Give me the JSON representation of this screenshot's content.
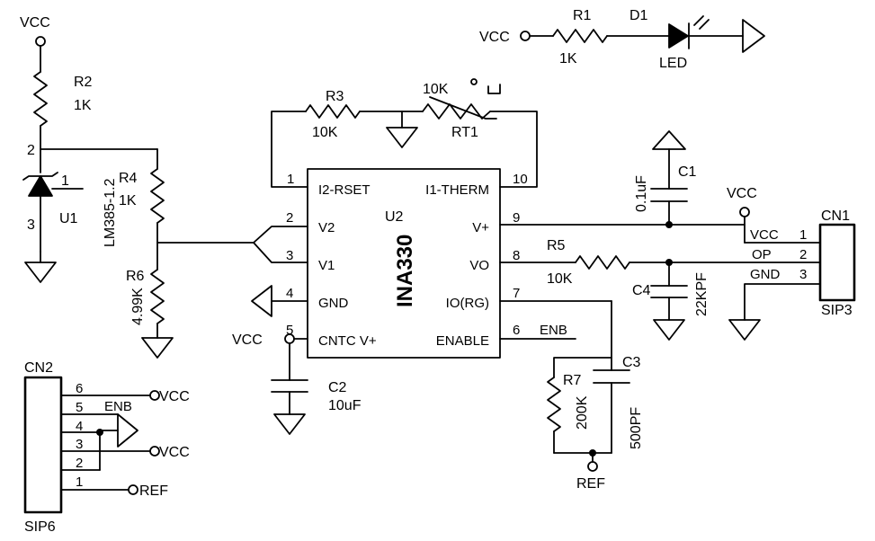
{
  "power": {
    "vcc": "VCC",
    "ref": "REF"
  },
  "u1": {
    "ref": "U1",
    "part": "LM385-1.2",
    "pin1": "1",
    "pin2": "2",
    "pin3": "3"
  },
  "r1": {
    "ref": "R1",
    "value": "1K"
  },
  "r2": {
    "ref": "R2",
    "value": "1K"
  },
  "r3": {
    "ref": "R3",
    "value": "10K"
  },
  "r4": {
    "ref": "R4",
    "value": "1K"
  },
  "r5": {
    "ref": "R5",
    "value": "10K"
  },
  "r6": {
    "ref": "R6",
    "value": "4.99K"
  },
  "r7": {
    "ref": "R7",
    "value": "200K"
  },
  "rt1": {
    "ref": "RT1",
    "value": "10K"
  },
  "d1": {
    "ref": "D1",
    "value": "LED"
  },
  "c1": {
    "ref": "C1",
    "value": "0.1uF"
  },
  "c2": {
    "ref": "C2",
    "value": "10uF"
  },
  "c3": {
    "ref": "C3",
    "value": "500PF"
  },
  "c4": {
    "ref": "C4",
    "value": "22KPF"
  },
  "u2": {
    "ref": "U2",
    "part": "INA330",
    "left_pins": [
      {
        "num": "1",
        "name": "I2-RSET"
      },
      {
        "num": "2",
        "name": "V2"
      },
      {
        "num": "3",
        "name": "V1"
      },
      {
        "num": "4",
        "name": "GND"
      },
      {
        "num": "5",
        "name": "CNTC V+"
      }
    ],
    "right_pins": [
      {
        "num": "10",
        "name": "I1-THERM"
      },
      {
        "num": "9",
        "name": "V+"
      },
      {
        "num": "8",
        "name": "VO"
      },
      {
        "num": "7",
        "name": "IO(RG)"
      },
      {
        "num": "6",
        "name": "ENABLE"
      }
    ]
  },
  "cn1": {
    "ref": "CN1",
    "type": "SIP3",
    "pins": [
      {
        "num": "1",
        "net": "VCC"
      },
      {
        "num": "2",
        "net": "OP"
      },
      {
        "num": "3",
        "net": "GND"
      }
    ]
  },
  "cn2": {
    "ref": "CN2",
    "type": "SIP6",
    "pins": [
      "6",
      "5",
      "4",
      "3",
      "2",
      "1"
    ]
  },
  "nets": {
    "enb": "ENB"
  }
}
